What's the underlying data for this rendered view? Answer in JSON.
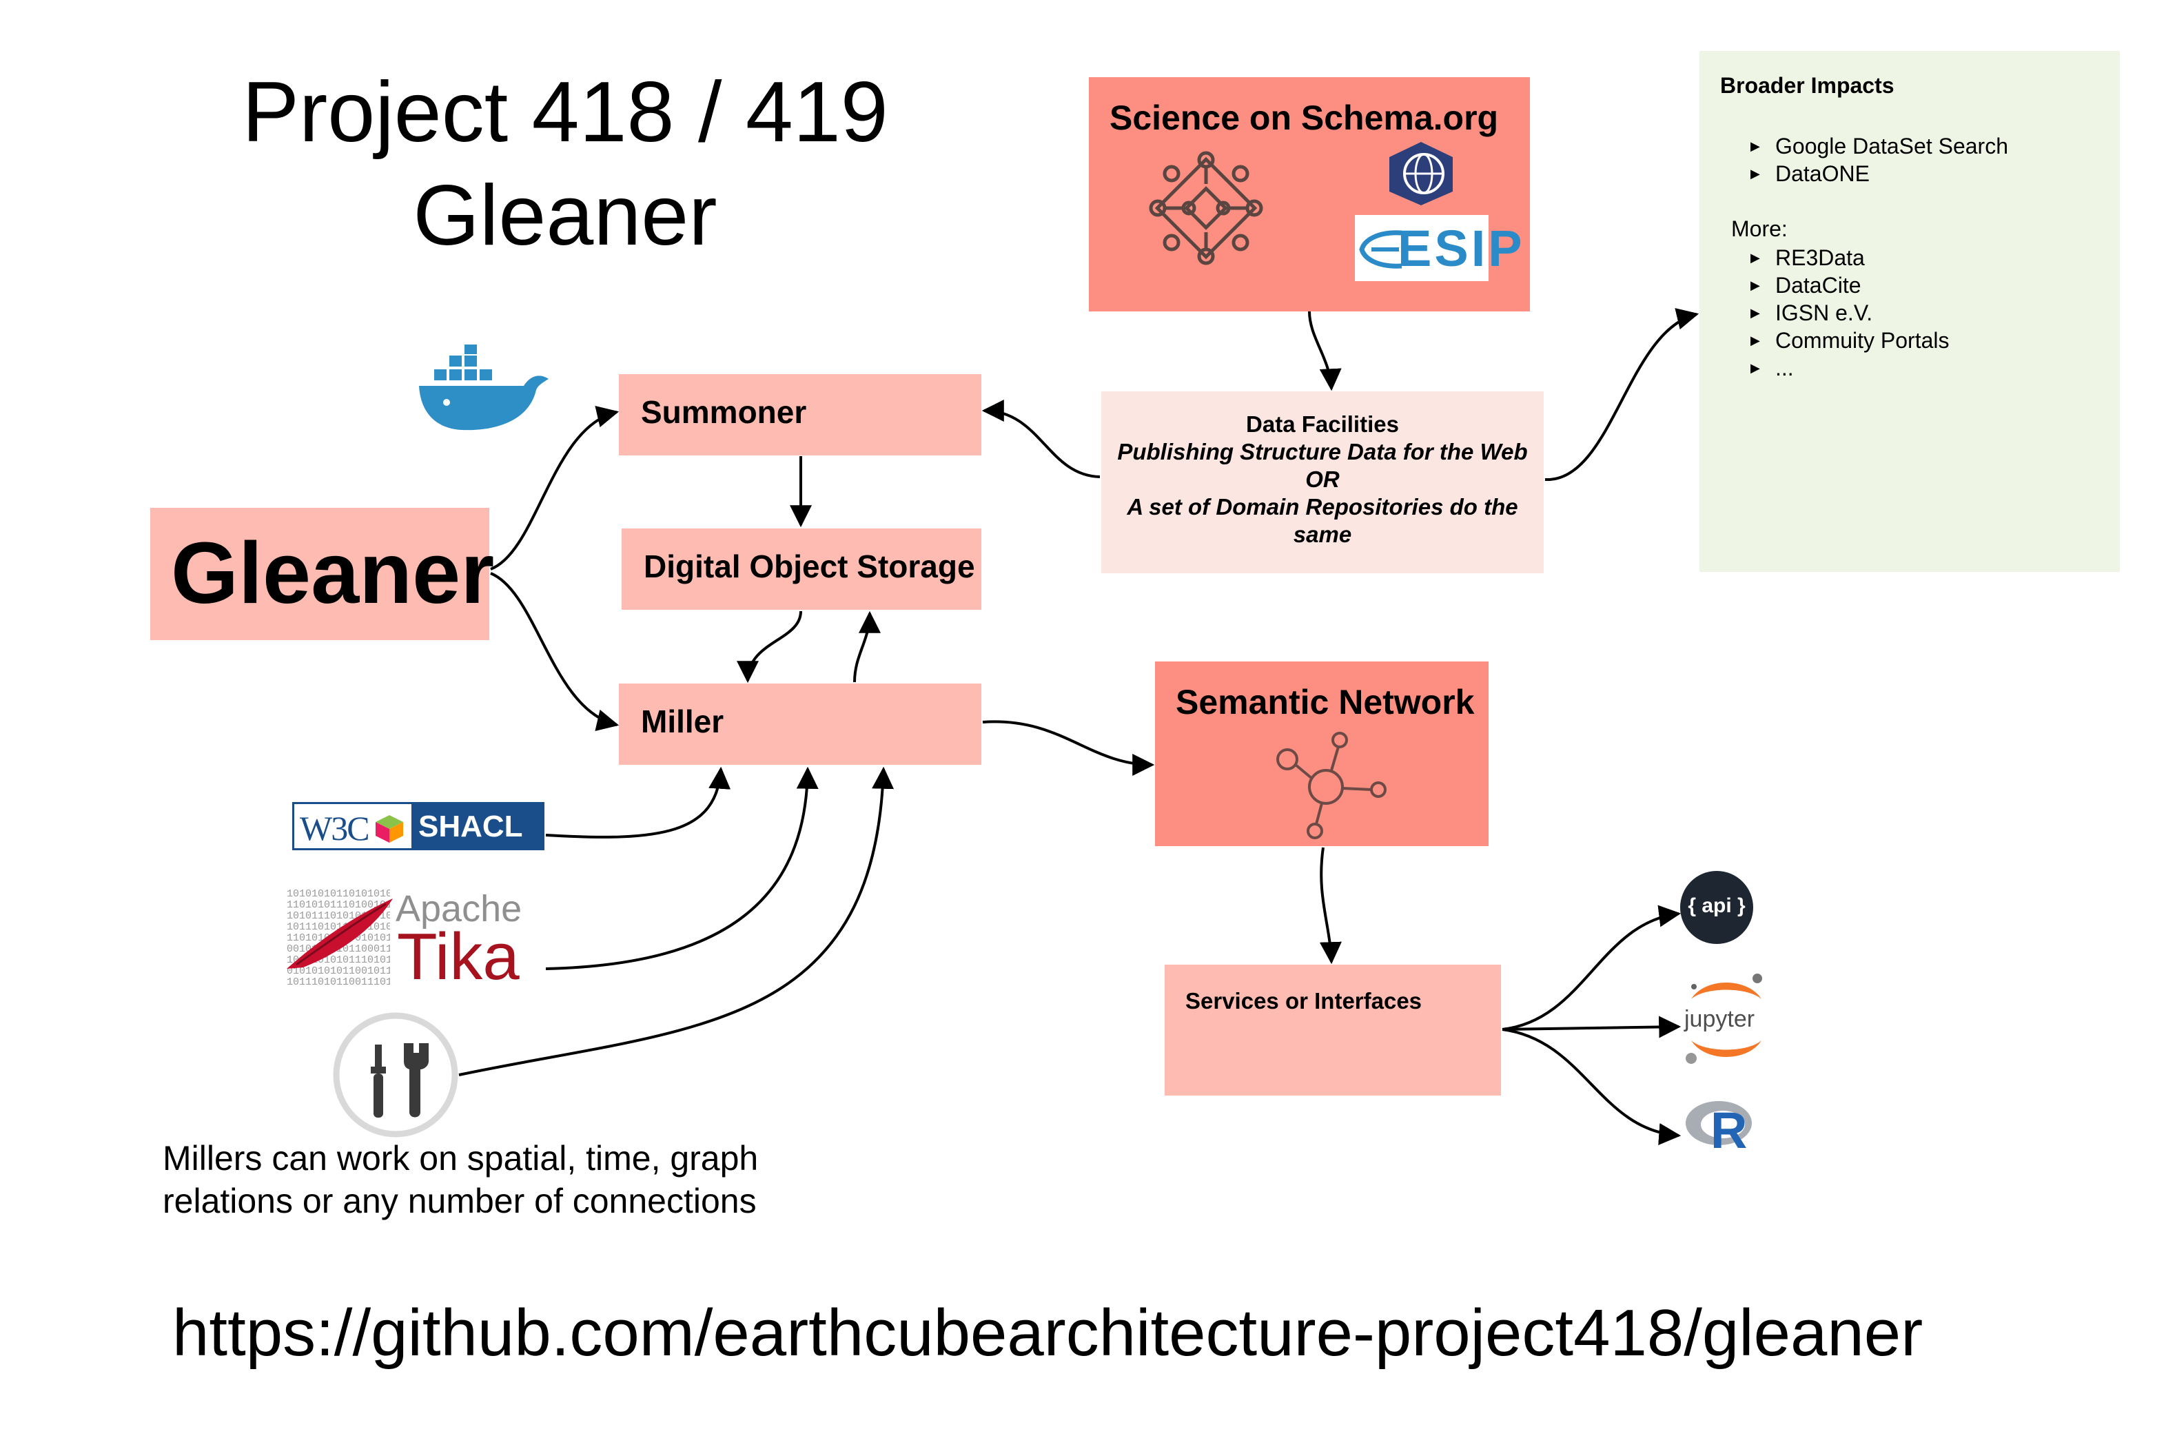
{
  "title": {
    "line1": "Project 418 / 419",
    "line2": "Gleaner"
  },
  "gleaner_label": "Gleaner",
  "nodes": {
    "summoner": "Summoner",
    "digital_object_storage": "Digital Object Storage",
    "miller": "Miller",
    "science_on_schema": "Science on Schema.org",
    "semantic_network": "Semantic Network",
    "services": "Services or Interfaces"
  },
  "data_facilities": {
    "heading": "Data Facilities",
    "line1": "Publishing Structure Data for the Web",
    "line2": "OR",
    "line3": "A set of Domain Repositories do the",
    "line4": "same"
  },
  "broader_impacts": {
    "heading": "Broader Impacts",
    "items": [
      "Google DataSet Search",
      "DataONE"
    ],
    "more_label": "More:",
    "more_items": [
      "RE3Data",
      "DataCite",
      "IGSN e.V.",
      "Commuity Portals",
      "..."
    ]
  },
  "logos": {
    "esip": "ESIP",
    "w3c": "W3C",
    "shacl": "SHACL",
    "apache": "Apache",
    "tika": "Tika",
    "api": "{ api }",
    "jupyter": "jupyter",
    "r": "R"
  },
  "caption": {
    "line1": "Millers can work on spatial, time, graph",
    "line2": "relations or any number of connections"
  },
  "url": "https://github.com/earthcubearchitecture-project418/gleaner",
  "colors": {
    "node": "#fdbbb2",
    "node_dark": "#fc8f81",
    "facilities": "#fbe6e2",
    "broader": "#eff5e5"
  }
}
